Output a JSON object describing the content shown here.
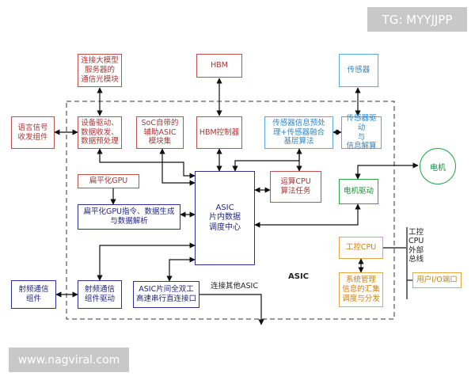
{
  "watermarks": {
    "top_right": "TG: MYYJJPP",
    "bottom_left": "www.nagviral.com"
  },
  "boundary_label": "ASIC",
  "nodes": {
    "comm_optical": "连接大模型\n服务器的\n通信光模块",
    "hbm": "HBM",
    "sensor": "传感器",
    "voice": "语言信号\n收发组件",
    "device_driver": "设备驱动、\n数据收发、\n数据预处理",
    "soc_asic": "SoC自带的\n辅助ASIC\n模块集",
    "hbm_ctrl": "HBM控制器",
    "sensor_fusion": "传感器信息预处\n理+传感器融合\n基层算法",
    "sensor_driver": "传感器驱动\n与\n信息解算",
    "flat_gpu": "扁平化GPU",
    "asic_center": "ASIC\n片内数据\n调度中心",
    "compute_cpu": "运算CPU\n算法任务",
    "motor_drive": "电机驱动",
    "motor": "电机",
    "gpu_cmd": "扁平化GPU指令、数据生成\n与数据解析",
    "ctrl_cpu": "工控CPU",
    "sys_mgmt": "系统管理\n信息的汇集\n调度与分发",
    "user_io": "用户I/O端口",
    "rf_comp": "射频通信\n组件",
    "rf_driver": "射频通信\n组件驱动",
    "serial_link": "ASIC片间全双工\n高速串行直连接口",
    "connect_other": "连接其他ASIC",
    "bus_label": "工控\nCPU\n外部\n总线"
  },
  "colors": {
    "red": "#c0504d",
    "blue": "#2e3192",
    "light_blue": "#5aa9e0",
    "green": "#2ba54a",
    "orange": "#e8a540"
  }
}
